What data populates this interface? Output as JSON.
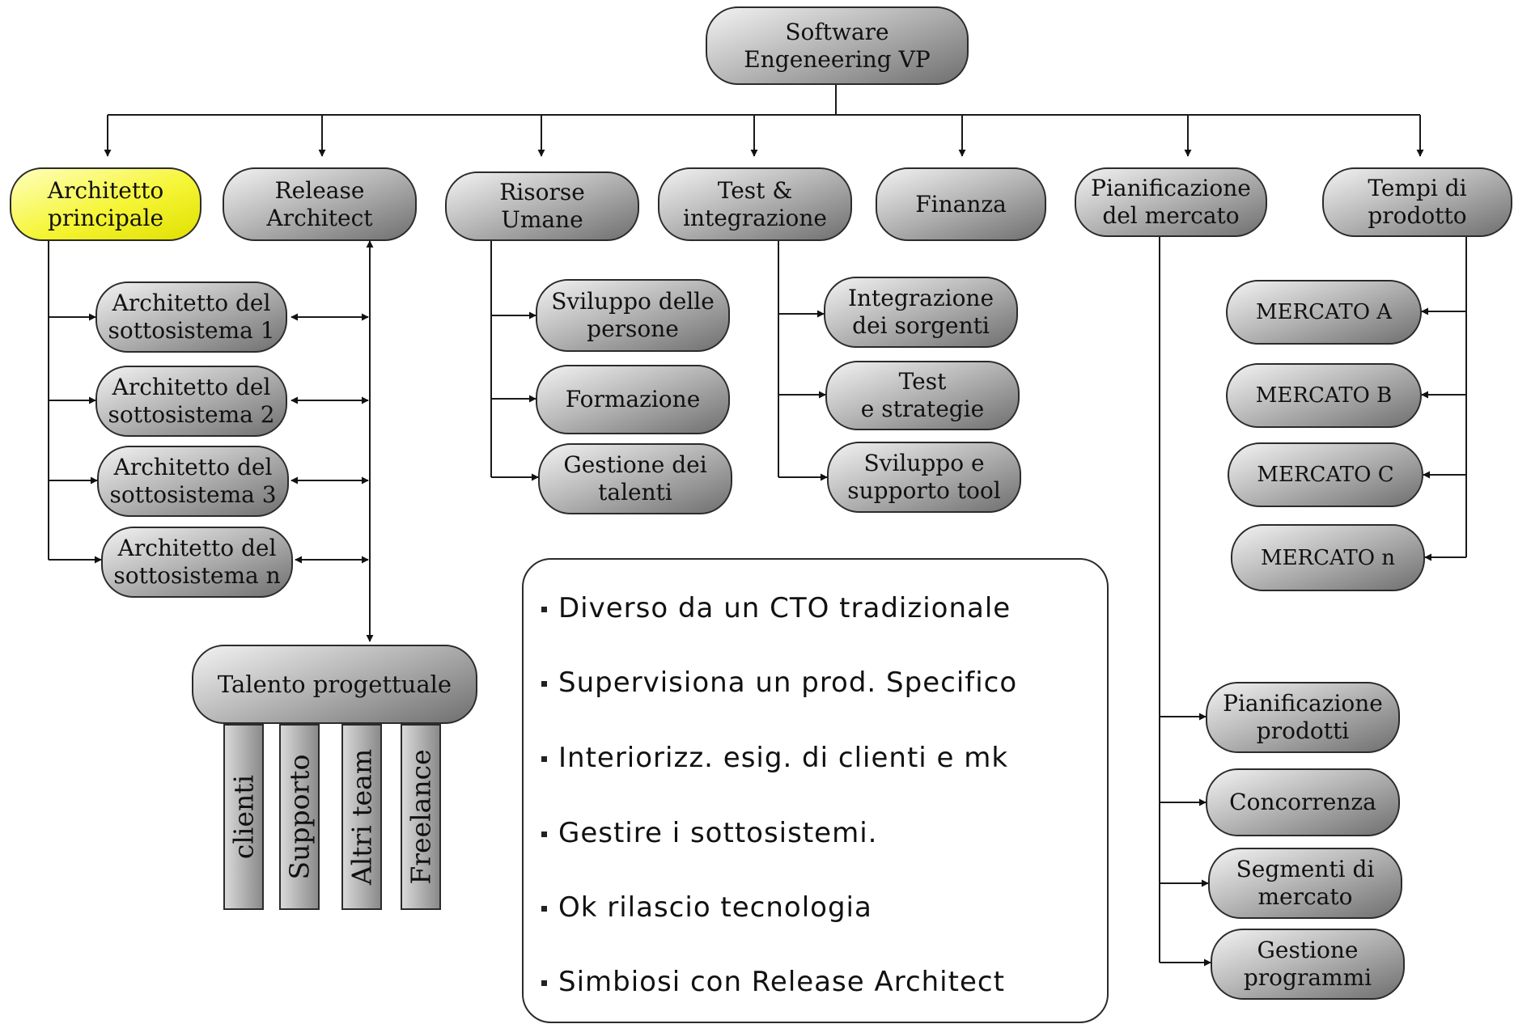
{
  "root": {
    "label": "Software\nEngeneering VP"
  },
  "departments": [
    {
      "label": "Architetto\nprincipale"
    },
    {
      "label": "Release\nArchitect"
    },
    {
      "label": "Risorse\nUmane"
    },
    {
      "label": "Test &\nintegrazione"
    },
    {
      "label": "Finanza"
    },
    {
      "label": "Pianificazione\ndel mercato"
    },
    {
      "label": "Tempi di\nprodotto"
    }
  ],
  "subsystem_architects": [
    {
      "label": "Architetto del\nsottosistema 1"
    },
    {
      "label": "Architetto del\nsottosistema 2"
    },
    {
      "label": "Architetto del\nsottosistema 3"
    },
    {
      "label": "Architetto del\nsottosistema n"
    }
  ],
  "hr_items": [
    {
      "label": "Sviluppo delle\npersone"
    },
    {
      "label": "Formazione"
    },
    {
      "label": "Gestione dei\ntalenti"
    }
  ],
  "test_items": [
    {
      "label": "Integrazione\ndei sorgenti"
    },
    {
      "label": "Test\ne strategie"
    },
    {
      "label": "Sviluppo e\nsupporto tool"
    }
  ],
  "markets": [
    {
      "label": "MERCATO A"
    },
    {
      "label": "MERCATO B"
    },
    {
      "label": "MERCATO C"
    },
    {
      "label": "MERCATO n"
    }
  ],
  "planning_items": [
    {
      "label": "Pianificazione\nprodotti"
    },
    {
      "label": "Concorrenza"
    },
    {
      "label": "Segmenti di\nmercato"
    },
    {
      "label": "Gestione\nprogrammi"
    }
  ],
  "talent": {
    "label": "Talento progettuale",
    "pillars": [
      "clienti",
      "Supporto",
      "Altri team",
      "Freelance"
    ]
  },
  "notes": [
    "Diverso da un CTO tradizionale",
    "Supervisiona un prod. Specifico",
    "Interiorizz. esig. di clienti e mk",
    "Gestire i sottosistemi.",
    "Ok rilascio tecnologia",
    "Simbiosi con Release Architect"
  ],
  "colors": {
    "highlight": "#f5f535",
    "line": "#1a1a1a",
    "node_gray": "#9a9a9a"
  }
}
